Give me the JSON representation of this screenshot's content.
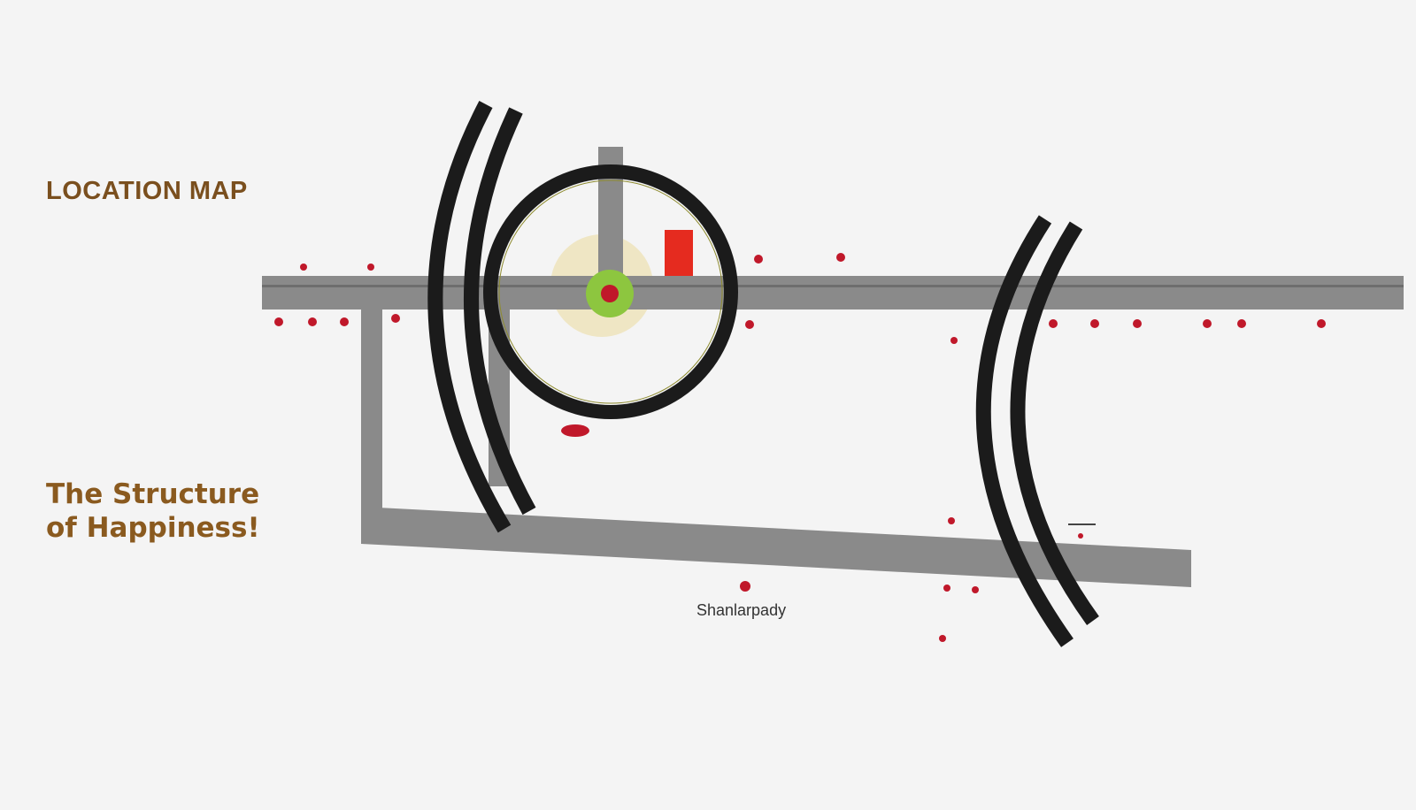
{
  "title": "LOCATION MAP",
  "subtitle": "",
  "tagline": {
    "line1": "The Structure",
    "line2": "of Happiness!"
  },
  "description": "",
  "colors": {
    "background": "#f4f4f4",
    "title": "#7a4f1e",
    "road": "#8a8a8a",
    "ring": "#1b1b1b",
    "marker": "#c0182a",
    "site_badge": "#e52b1f",
    "site_center": "#8dc63f",
    "glow": "#efe6c4"
  },
  "labels": {
    "shanlarpady": "Shanlarpady"
  },
  "icons": {
    "marker": "map-pin-icon",
    "site": "site-target-icon"
  }
}
